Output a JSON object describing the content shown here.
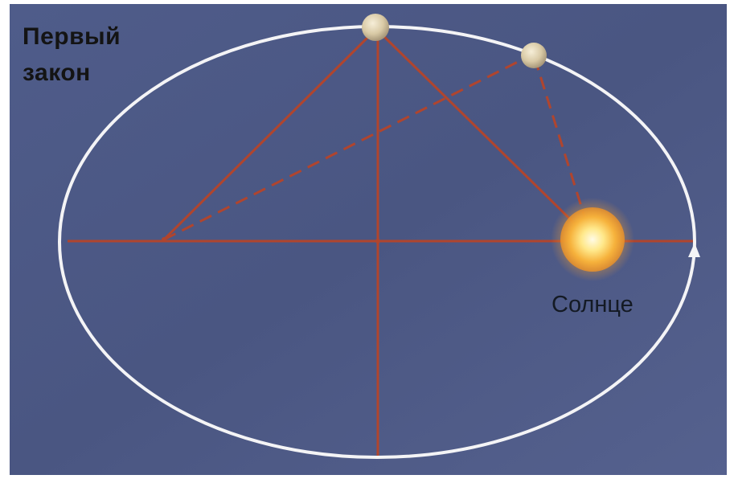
{
  "title": {
    "line1": "Первый",
    "line2": "закон"
  },
  "sun": {
    "label": "Солнце"
  },
  "colors": {
    "background": "#4d5a86",
    "orbit": "#f4f4f6",
    "lines": "#b0452e",
    "sun_core": "#fff6d0",
    "sun_glow": "#f0a030",
    "planet": "#ddd0b2"
  }
}
